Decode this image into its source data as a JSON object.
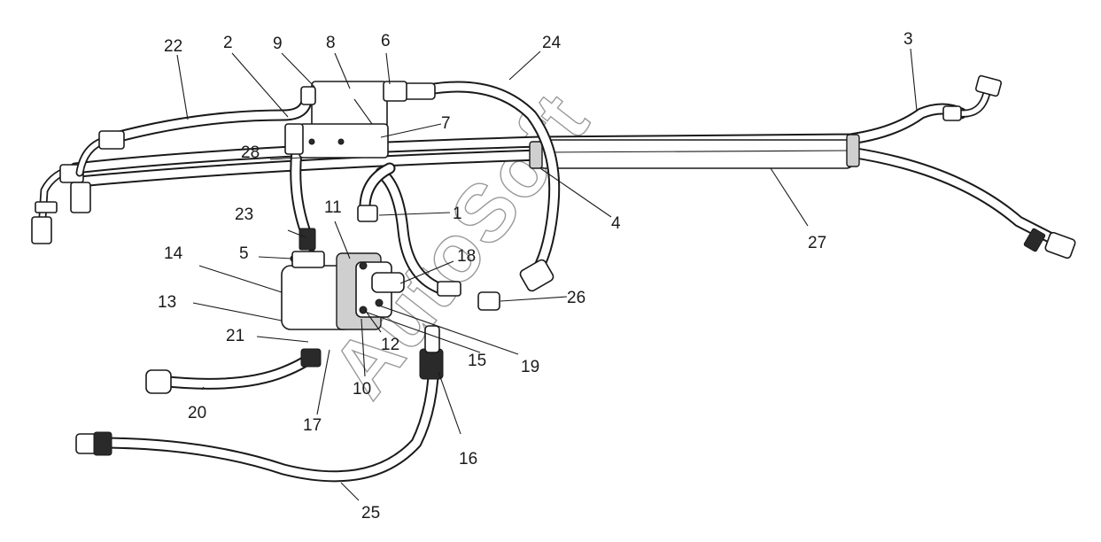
{
  "callouts": {
    "c1": "1",
    "c2": "2",
    "c3": "3",
    "c4": "4",
    "c5": "5",
    "c6": "6",
    "c7": "7",
    "c8": "8",
    "c9": "9",
    "c10": "10",
    "c11": "11",
    "c12": "12",
    "c13": "13",
    "c14": "14",
    "c15": "15",
    "c16": "16",
    "c17": "17",
    "c18": "18",
    "c19": "19",
    "c20": "20",
    "c21": "21",
    "c22": "22",
    "c23": "23",
    "c24": "24",
    "c25": "25",
    "c26": "26",
    "c27": "27",
    "c28": "28"
  },
  "watermark": "AutoSoft"
}
